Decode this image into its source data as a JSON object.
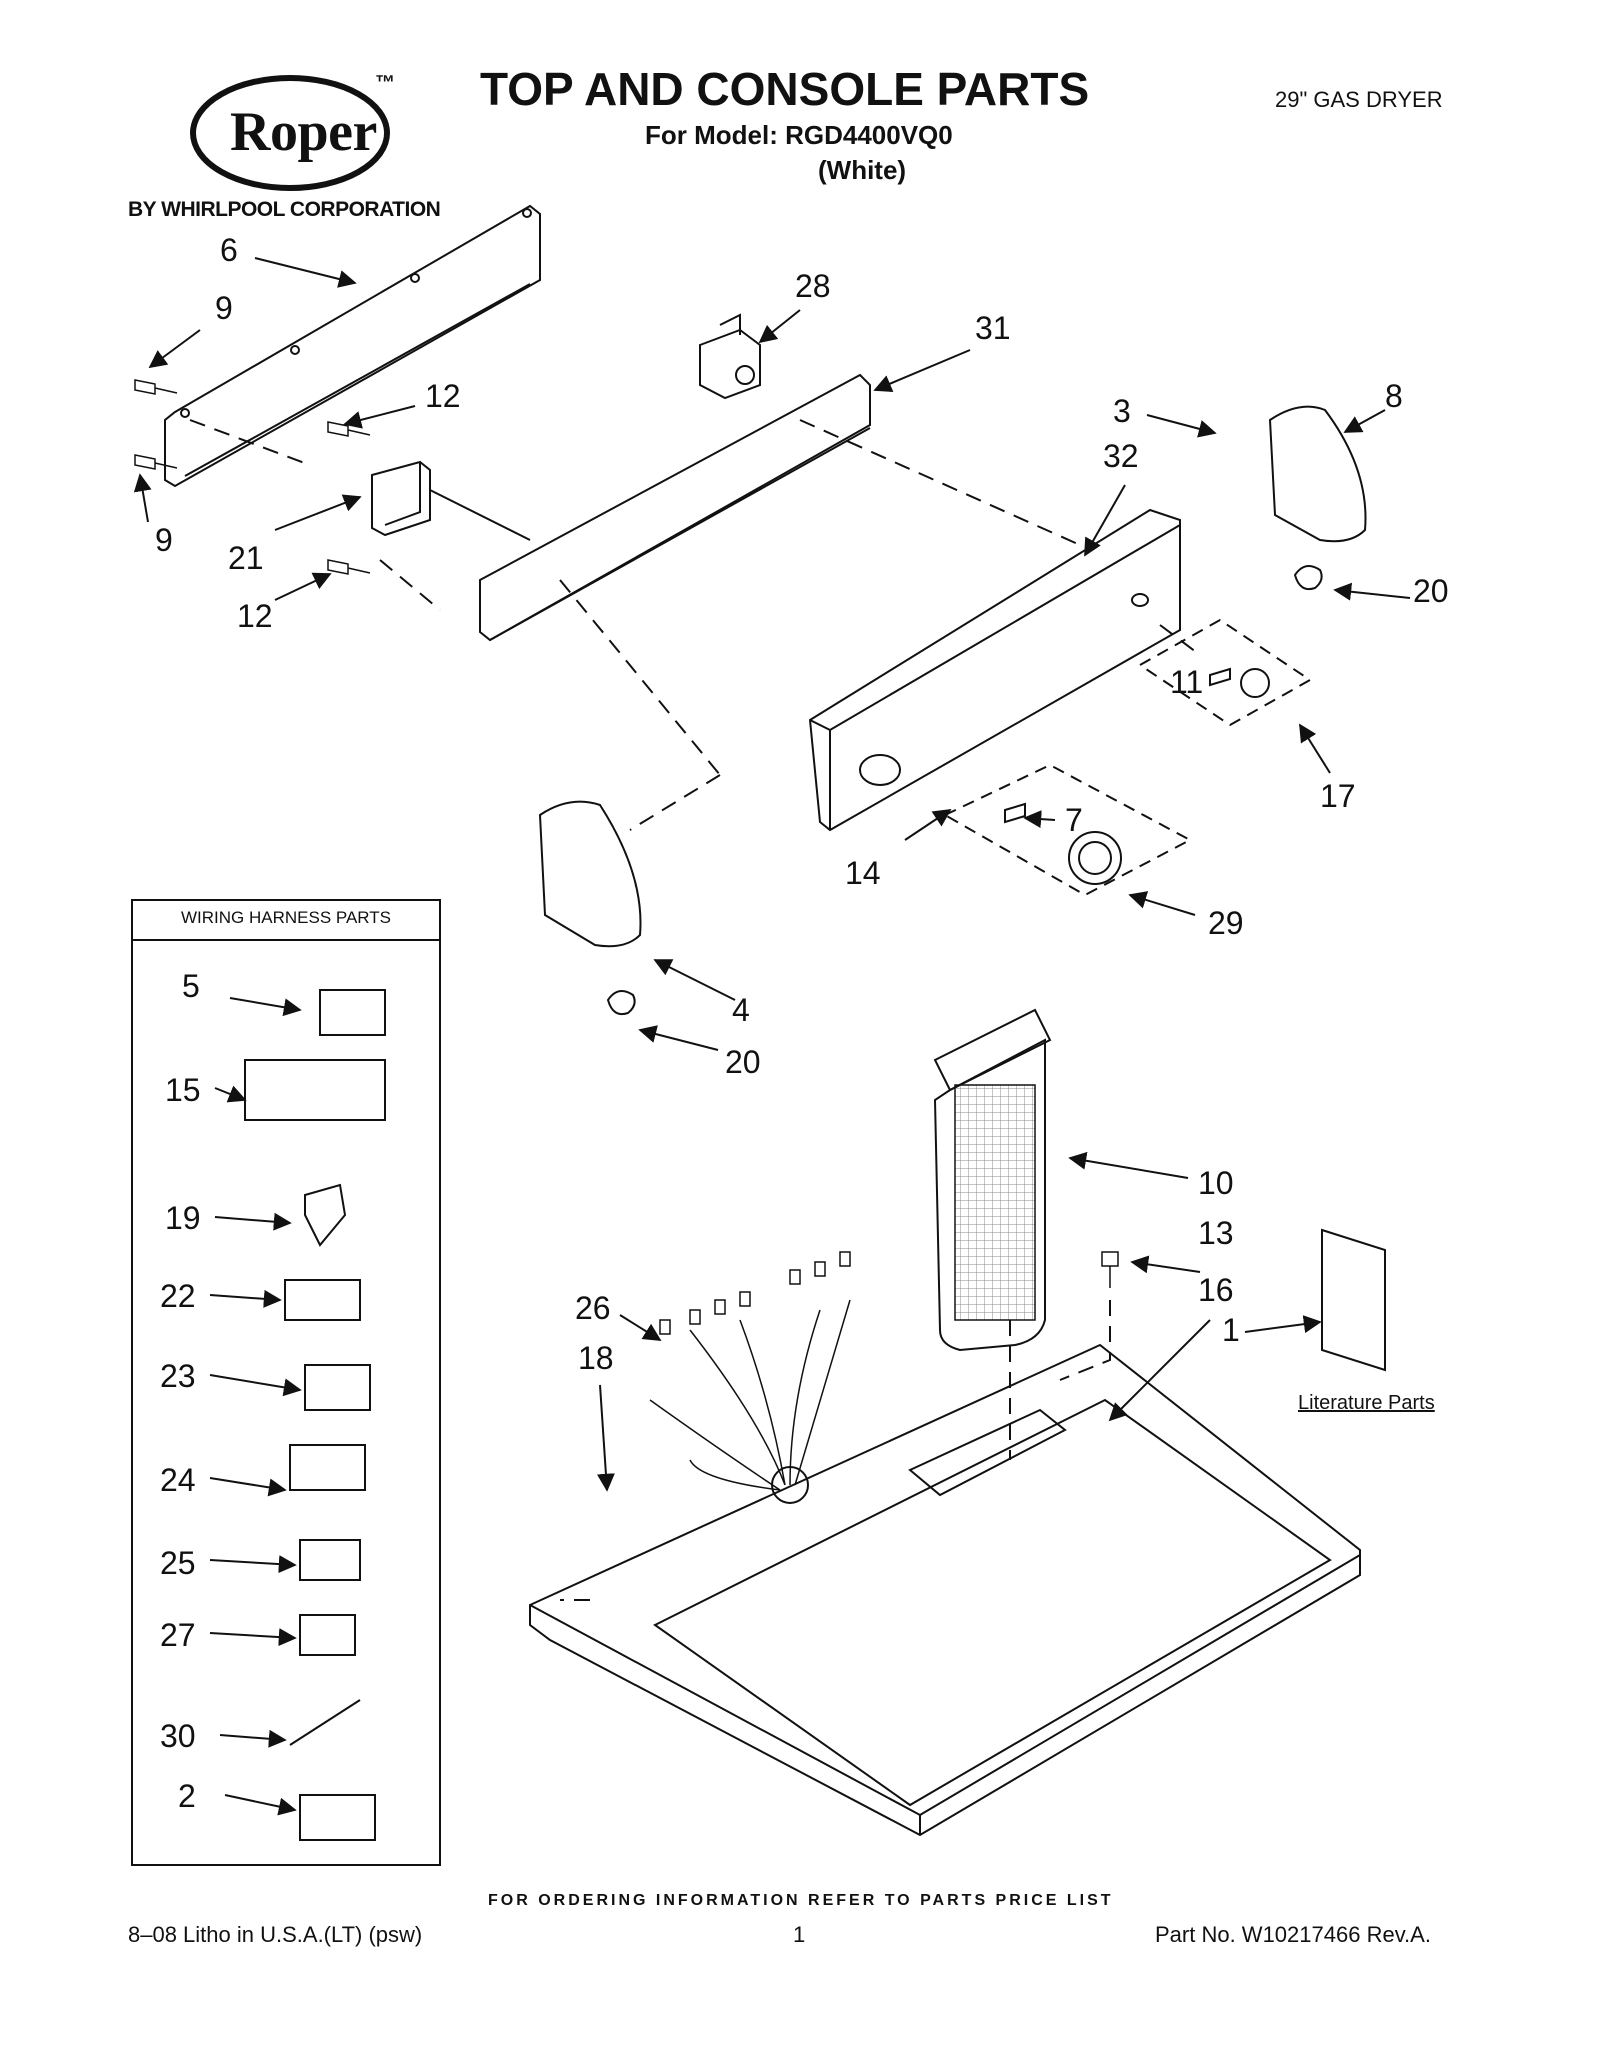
{
  "header": {
    "brand": "Roper",
    "trademark": "™",
    "corporation": "BY WHIRLPOOL CORPORATION",
    "title": "TOP AND CONSOLE PARTS",
    "model_line": "For Model: RGD4400VQ0",
    "color_line": "(White)",
    "product": "29\" GAS DRYER"
  },
  "harness_box": {
    "title": "WIRING HARNESS PARTS"
  },
  "labels": {
    "n6": "6",
    "n9a": "9",
    "n9b": "9",
    "n12a": "12",
    "n12b": "12",
    "n21": "21",
    "n28": "28",
    "n31": "31",
    "n3": "3",
    "n8": "8",
    "n32": "32",
    "n20a": "20",
    "n11": "11",
    "n17": "17",
    "n7": "7",
    "n14": "14",
    "n29": "29",
    "n4": "4",
    "n20b": "20",
    "n10": "10",
    "n13": "13",
    "n16": "16",
    "n1": "1",
    "n26": "26",
    "n18": "18",
    "h5": "5",
    "h15": "15",
    "h19": "19",
    "h22": "22",
    "h23": "23",
    "h24": "24",
    "h25": "25",
    "h27": "27",
    "h30": "30",
    "h2": "2"
  },
  "literature": "Literature Parts",
  "footer": {
    "ordering": "FOR ORDERING INFORMATION REFER TO PARTS PRICE LIST",
    "litho": "8–08 Litho in U.S.A.(LT) (psw)",
    "page": "1",
    "part_no": "Part No. W10217466 Rev.A."
  }
}
